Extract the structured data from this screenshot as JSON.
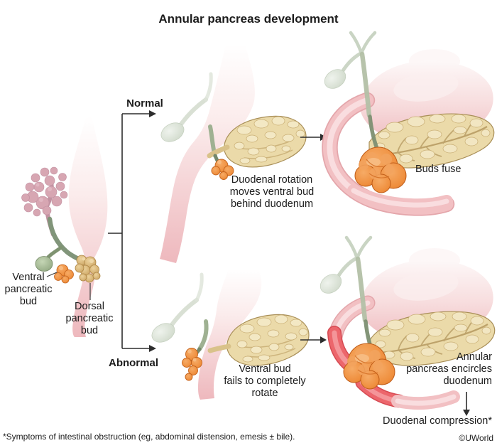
{
  "title": "Annular pancreas development",
  "branch": {
    "normal_label": "Normal",
    "abnormal_label": "Abnormal"
  },
  "embryo": {
    "ventral_bud_label": "Ventral\npancreatic\nbud",
    "dorsal_bud_label": "Dorsal\npancreatic\nbud"
  },
  "normal_path": {
    "step_caption": "Duodenal rotation\nmoves ventral bud\nbehind duodenum",
    "result_caption": "Buds fuse"
  },
  "abnormal_path": {
    "step_caption": "Ventral bud\nfails to completely\nrotate",
    "result_caption": "Annular\npancreas encircles\nduodenum",
    "outcome_caption": "Duodenal compression*"
  },
  "footnote": "*Symptoms of intestinal obstruction (eg, abdominal distension, emesis ± bile).",
  "copyright": "©UWorld",
  "colors": {
    "stomach_pink": "#f0bfc3",
    "duodenum_pink": "#f2c0c3",
    "inflamed_red": "#ec666c",
    "pancreas_tan": "#ebdaa9",
    "pancreas_outline": "#a98f58",
    "bud_orange": "#ee8c3a",
    "duct_green": "#81957a",
    "gallbladder_pale": "#e2e8de",
    "gallbladder_green": "#9fb48e",
    "liver_pink": "#d7a6b2",
    "line_dark": "#2d2d2d"
  }
}
